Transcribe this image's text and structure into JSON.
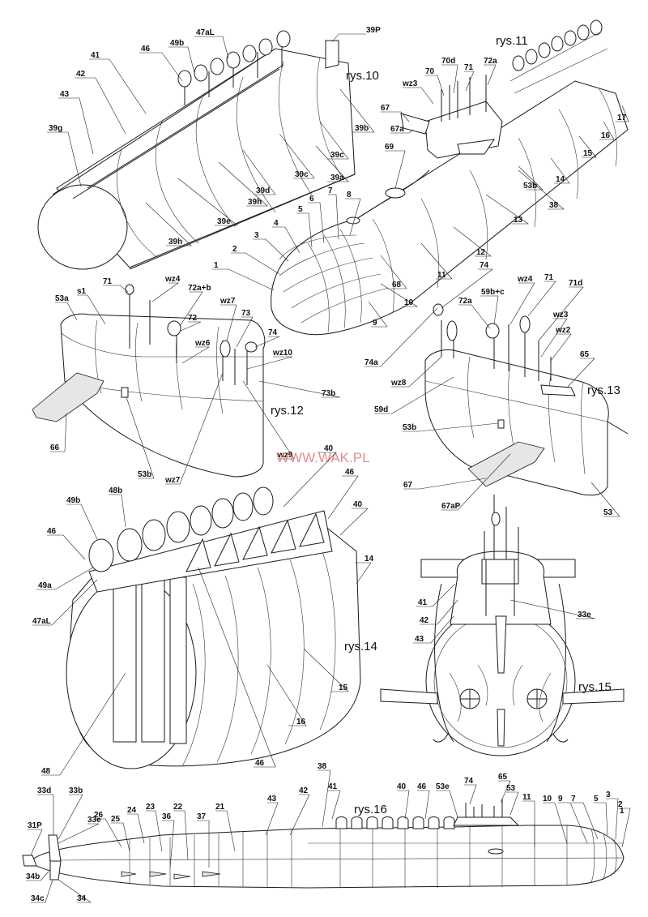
{
  "watermark": "WWW.WAK.PL",
  "figures": [
    {
      "id": "rys10",
      "title": "rys.10"
    },
    {
      "id": "rys11",
      "title": "rys.11"
    },
    {
      "id": "rys12",
      "title": "rys.12"
    },
    {
      "id": "rys13",
      "title": "rys.13"
    },
    {
      "id": "rys14",
      "title": "rys.14"
    },
    {
      "id": "rys15",
      "title": "rys.15"
    },
    {
      "id": "rys16",
      "title": "rys.16"
    }
  ],
  "labels": {
    "rys10": [
      "39P",
      "47aL",
      "49b",
      "46",
      "41",
      "42",
      "43",
      "39g",
      "39b",
      "39c",
      "39a",
      "39c",
      "39d",
      "39h",
      "39e",
      "39h"
    ],
    "rys11": [
      "70d",
      "71",
      "72a",
      "70",
      "wz3",
      "67",
      "67a",
      "69",
      "17",
      "16",
      "15",
      "14",
      "53b",
      "38",
      "13",
      "12",
      "11",
      "68",
      "10",
      "9",
      "8",
      "7",
      "6",
      "5",
      "4",
      "3",
      "2",
      "1"
    ],
    "rys12": [
      "71",
      "wz4",
      "72a+b",
      "53a",
      "s1",
      "72",
      "wz7",
      "73",
      "74",
      "wz6",
      "wz10",
      "73b",
      "66",
      "53b",
      "wz9",
      "wz7"
    ],
    "rys13": [
      "74",
      "59b+c",
      "wz4",
      "71",
      "71d",
      "72a",
      "wz3",
      "wz2",
      "65",
      "74a",
      "wz8",
      "59d",
      "53b",
      "67",
      "67aP",
      "53"
    ],
    "rys14": [
      "40",
      "46",
      "48b",
      "49b",
      "46",
      "40",
      "14",
      "49a",
      "47aL",
      "15",
      "16",
      "48",
      "46"
    ],
    "rys15": [
      "41",
      "42",
      "43",
      "33e"
    ],
    "rys16": [
      "38",
      "41",
      "40",
      "46",
      "53e",
      "74",
      "65",
      "53",
      "42",
      "43",
      "21",
      "22",
      "23",
      "36",
      "37",
      "24",
      "25",
      "26",
      "33d",
      "33b",
      "33e",
      "31P",
      "34b",
      "34c",
      "34",
      "11",
      "10",
      "9",
      "7",
      "5",
      "3",
      "2",
      "1"
    ]
  }
}
